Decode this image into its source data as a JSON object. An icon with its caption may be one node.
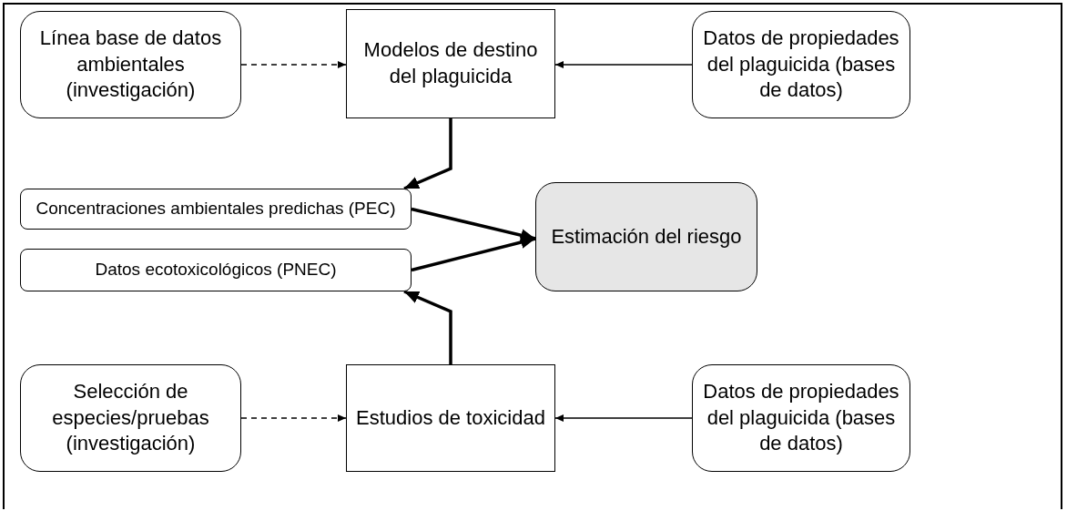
{
  "diagram": {
    "nodes": [
      {
        "text": [
          "Línea base de datos ambientales (investigación)"
        ]
      },
      {
        "text": [
          "Modelos de destino del plaguicida"
        ]
      },
      {
        "text": [
          "Datos de propiedades del plaguicida (bases de datos)"
        ]
      },
      {
        "text": [
          "Concentraciones ambientales predichas (PEC)"
        ]
      },
      {
        "text": [
          "Datos ecotoxicológicos (PNEC)"
        ]
      },
      {
        "text": [
          "Estimación del riesgo"
        ]
      },
      {
        "text": [
          "Selección de especies/pruebas (investigación)"
        ]
      },
      {
        "text": [
          "Estudios de toxicidad"
        ]
      },
      {
        "text": [
          "Datos de propiedades del plaguicida (bases de datos)"
        ]
      }
    ],
    "edges": [
      {
        "from": 0,
        "to": 1,
        "arrow": "to",
        "style": "dashed"
      },
      {
        "from": 2,
        "to": 1,
        "arrow": "to"
      },
      {
        "from": 1,
        "to": 3,
        "arrow": "to",
        "style": "thick"
      },
      {
        "from": 3,
        "to": 5,
        "arrow": "to",
        "style": "thick"
      },
      {
        "from": 4,
        "to": 5,
        "arrow": "to",
        "style": "thick"
      },
      {
        "from": 7,
        "to": 4,
        "arrow": "to",
        "style": "thick"
      },
      {
        "from": 6,
        "to": 7,
        "arrow": "to",
        "style": "dashed"
      },
      {
        "from": 8,
        "to": 7,
        "arrow": "to"
      }
    ]
  }
}
